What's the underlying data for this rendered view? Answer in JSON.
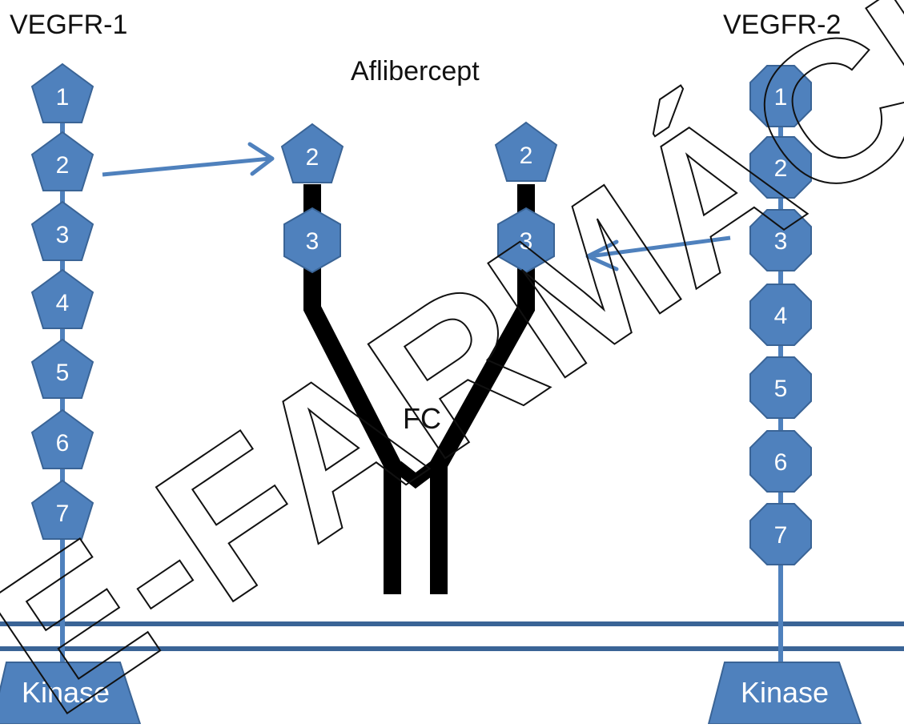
{
  "labels": {
    "vegfr1": "VEGFR-1",
    "vegfr2": "VEGFR-2",
    "aflibercept": "Aflibercept",
    "fc": "FC",
    "watermark": "E-FARMÁCIA"
  },
  "vegfr1": {
    "domains": [
      "1",
      "2",
      "3",
      "4",
      "5",
      "6",
      "7"
    ],
    "kinase": "Kinase"
  },
  "vegfr2": {
    "domains": [
      "1",
      "2",
      "3",
      "4",
      "5",
      "6",
      "7"
    ],
    "kinase": "Kinase"
  },
  "aflibercept": {
    "left_domains": [
      "2",
      "3"
    ],
    "right_domains": [
      "2",
      "3"
    ]
  },
  "colors": {
    "domain_fill": "#4f81bd",
    "domain_stroke": "#3a6496",
    "membrane": "#3a6496",
    "arrow": "#4f81bd",
    "fc": "#000000",
    "text_on_domain": "#ffffff"
  }
}
